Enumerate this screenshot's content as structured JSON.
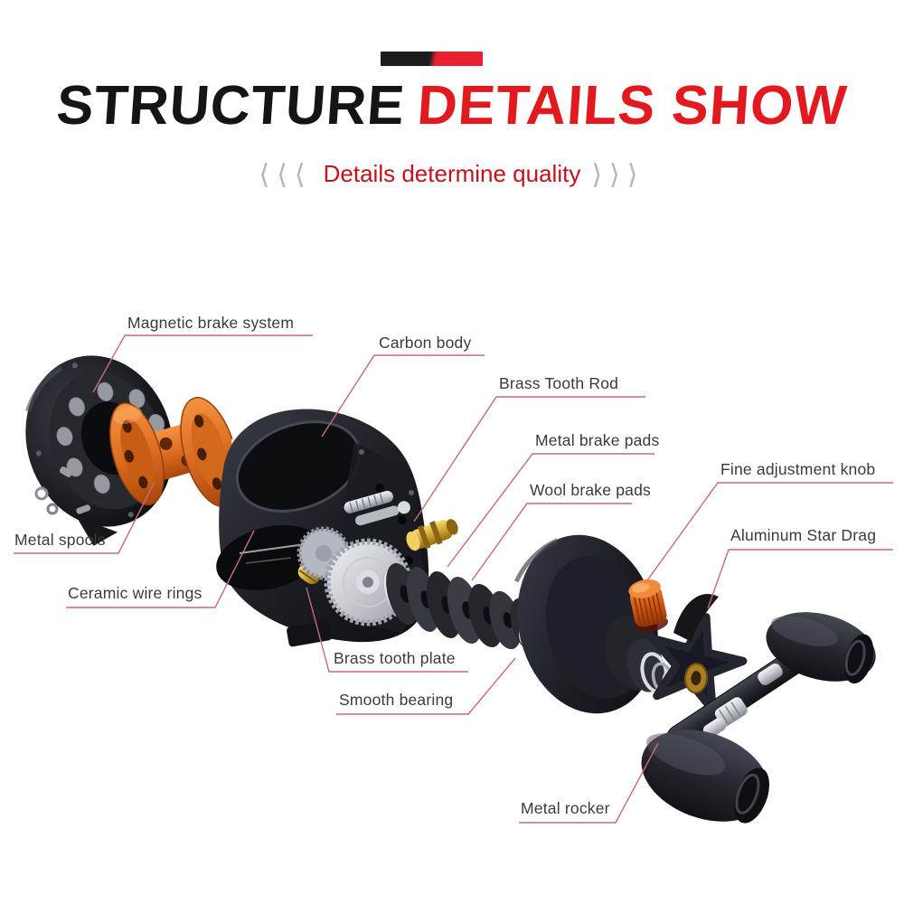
{
  "header": {
    "title": {
      "black": "STRUCTURE",
      "red": "DETAILS SHOW"
    },
    "subtitle": {
      "chevrons_left": "⟨⟨⟨",
      "text": "Details determine quality",
      "chevrons_right": "⟩⟩⟩"
    }
  },
  "diagram": {
    "parts": [
      {
        "id": "magnetic-brake-system",
        "label": "Magnetic brake system"
      },
      {
        "id": "carbon-body",
        "label": "Carbon body"
      },
      {
        "id": "brass-tooth-rod",
        "label": "Brass Tooth Rod"
      },
      {
        "id": "metal-brake-pads",
        "label": "Metal brake pads"
      },
      {
        "id": "wool-brake-pads",
        "label": "Wool brake pads"
      },
      {
        "id": "fine-adjustment-knob",
        "label": "Fine adjustment knob"
      },
      {
        "id": "aluminum-star-drag",
        "label": "Aluminum Star Drag"
      },
      {
        "id": "metal-spools",
        "label": "Metal spools"
      },
      {
        "id": "ceramic-wire-rings",
        "label": "Ceramic wire rings"
      },
      {
        "id": "brass-tooth-plate",
        "label": "Brass tooth plate"
      },
      {
        "id": "smooth-bearing",
        "label": "Smooth bearing"
      },
      {
        "id": "metal-rocker",
        "label": "Metal rocker"
      }
    ],
    "colors": {
      "title_black": "#151515",
      "title_red": "#e2191f",
      "subtitle_red": "#c2121c",
      "chevron_gray": "#b5b5b8",
      "badge_black": "#1c1c1e",
      "badge_red": "#e8212e",
      "leader_line": "#c96a77",
      "label_text": "#3a3a3a",
      "spool_orange": "#d96a1f",
      "knob_orange": "#d4571a",
      "brass_gold": "#c9a032",
      "body_black": "#14161b",
      "gear_silver": "#c8ccd2"
    }
  }
}
